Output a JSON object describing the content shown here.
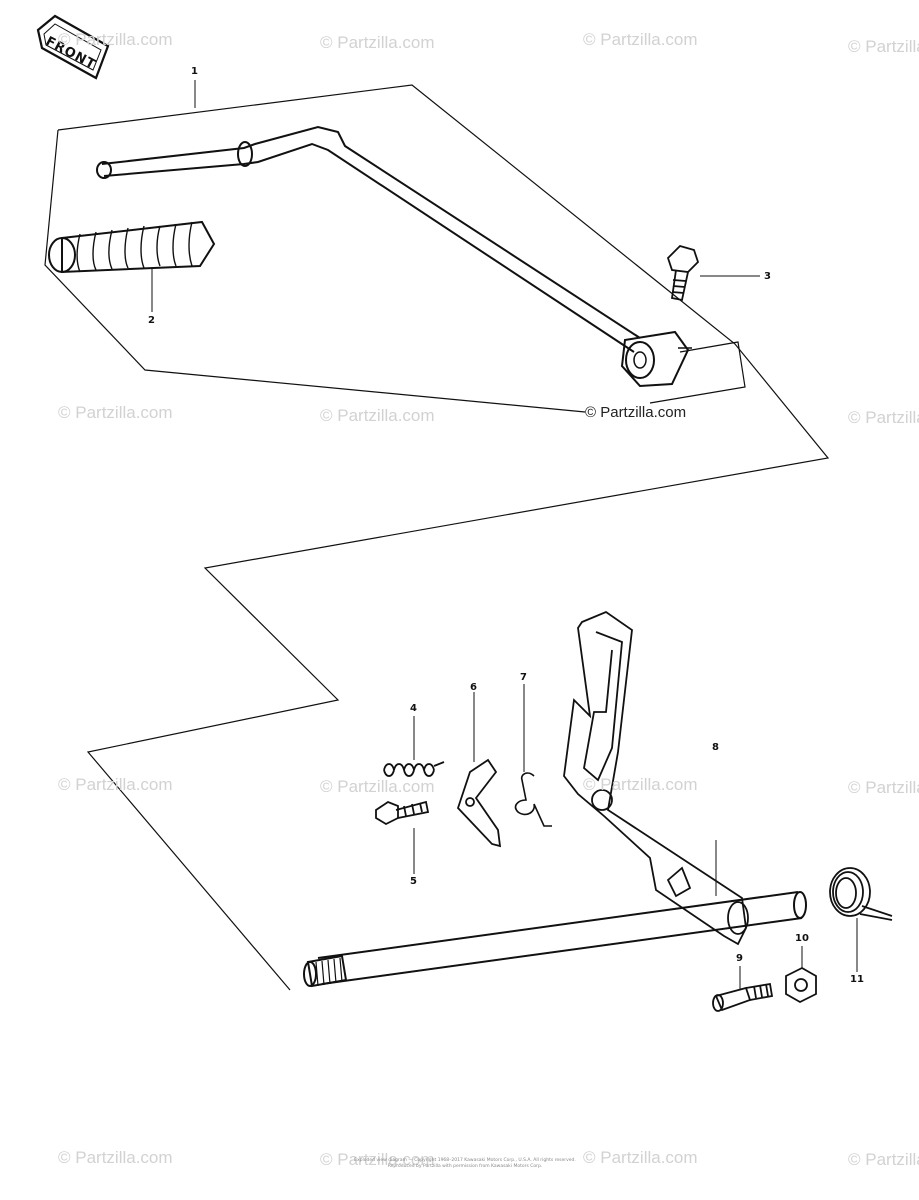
{
  "diagram": {
    "front_label": "FRONT",
    "watermark": "© Partzilla.com",
    "footer_lines": [
      "Exploded view diagram — Copyright 1968–2017 Kawasaki Motors Corp., U.S.A. All rights reserved.",
      "Reproduced by Partzilla with permission from Kawasaki Motors Corp."
    ]
  },
  "callouts": [
    "1",
    "2",
    "3",
    "4",
    "5",
    "6",
    "7",
    "8",
    "9",
    "10",
    "11"
  ]
}
